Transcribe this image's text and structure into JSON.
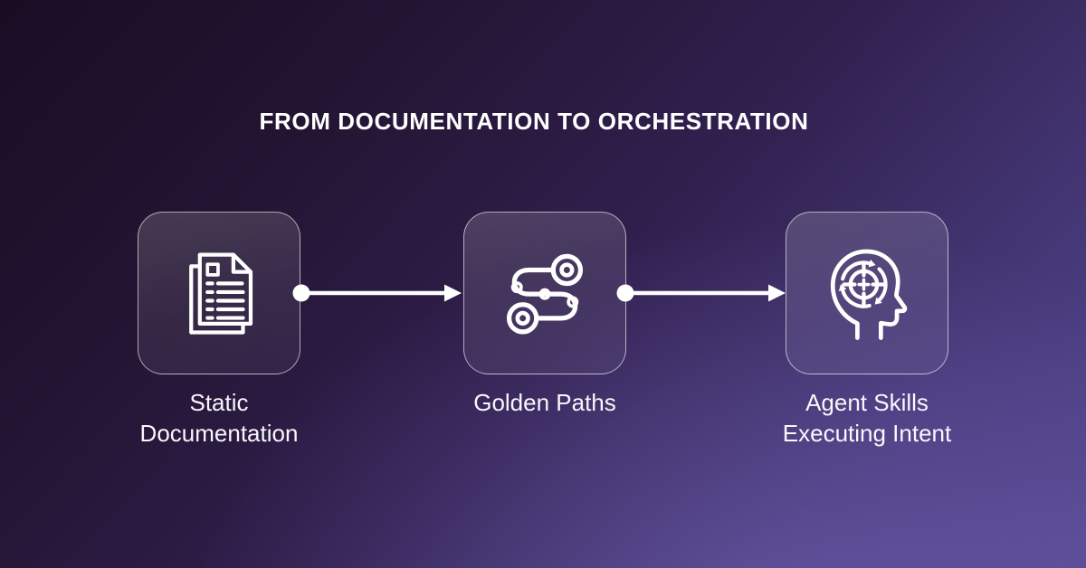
{
  "title": "FROM DOCUMENTATION TO ORCHESTRATION",
  "steps": [
    {
      "label": "Static Documentation",
      "lines": [
        "Static",
        "Documentation"
      ],
      "icon": "documents-icon"
    },
    {
      "label": "Golden Paths",
      "lines": [
        "Golden Paths",
        ""
      ],
      "icon": "route-icon"
    },
    {
      "label": "Agent Skills Executing Intent",
      "lines": [
        "Agent Skills",
        "Executing Intent"
      ],
      "icon": "head-target-icon"
    }
  ],
  "connectors": [
    {
      "from": "Static Documentation",
      "to": "Golden Paths",
      "style": "dot-line-arrow"
    },
    {
      "from": "Golden Paths",
      "to": "Agent Skills Executing Intent",
      "style": "dot-line-arrow"
    }
  ],
  "colors": {
    "background_top_left": "#190d24",
    "background_bottom_right": "#54468e",
    "card_border": "rgba(255,255,255,0.6)",
    "card_fill": "rgba(255,255,255,0.10)",
    "foreground": "#ffffff"
  }
}
